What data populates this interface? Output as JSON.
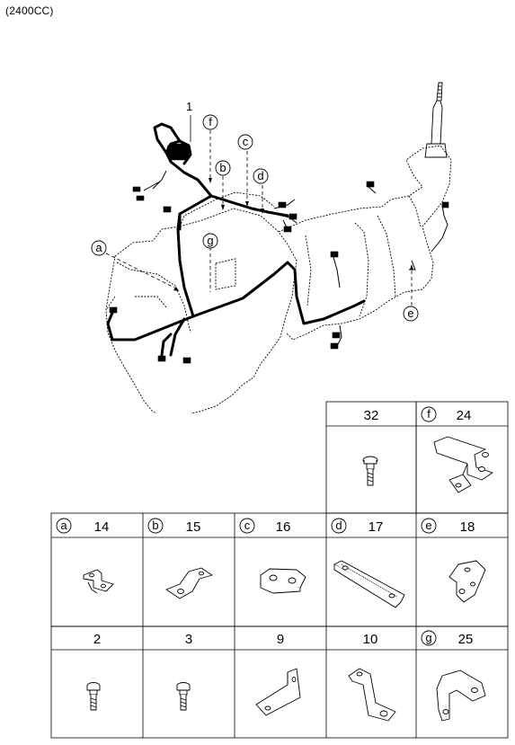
{
  "title": "(2400CC)",
  "main_diagram": {
    "part_label": "1",
    "callouts": [
      "f",
      "c",
      "b",
      "d",
      "a",
      "g",
      "e"
    ]
  },
  "parts_table": {
    "row1": [
      {
        "letter": "",
        "number": "32"
      },
      {
        "letter": "f",
        "number": "24"
      }
    ],
    "row2": [
      {
        "letter": "a",
        "number": "14"
      },
      {
        "letter": "b",
        "number": "15"
      },
      {
        "letter": "c",
        "number": "16"
      },
      {
        "letter": "d",
        "number": "17"
      },
      {
        "letter": "e",
        "number": "18"
      }
    ],
    "row3": [
      {
        "letter": "",
        "number": "2"
      },
      {
        "letter": "",
        "number": "3"
      },
      {
        "letter": "",
        "number": "9"
      },
      {
        "letter": "",
        "number": "10"
      },
      {
        "letter": "g",
        "number": "25"
      }
    ]
  },
  "colors": {
    "line": "#000000",
    "paper": "#ffffff"
  }
}
